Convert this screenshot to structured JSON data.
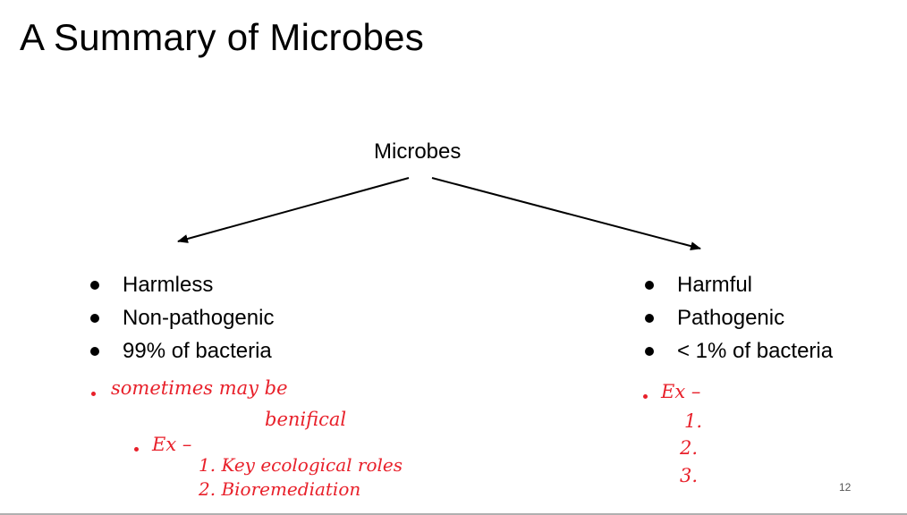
{
  "slide": {
    "title": "A Summary of Microbes",
    "page_number": "12"
  },
  "diagram": {
    "root": "Microbes",
    "left_branch": {
      "items": [
        "Harmless",
        "Non-pathogenic",
        "99% of bacteria"
      ]
    },
    "right_branch": {
      "items": [
        "Harmful",
        "Pathogenic",
        "< 1% of bacteria"
      ]
    }
  },
  "annotations": {
    "left": {
      "note_line1": "sometimes may be",
      "note_line2": "benifical",
      "ex_label": "Ex –",
      "examples": [
        "1. Key ecological roles",
        "2. Bioremediation"
      ]
    },
    "right": {
      "ex_label": "Ex –",
      "examples": [
        "1.",
        "2.",
        "3."
      ]
    }
  },
  "colors": {
    "ink": "#e8202a",
    "text": "#000000"
  }
}
